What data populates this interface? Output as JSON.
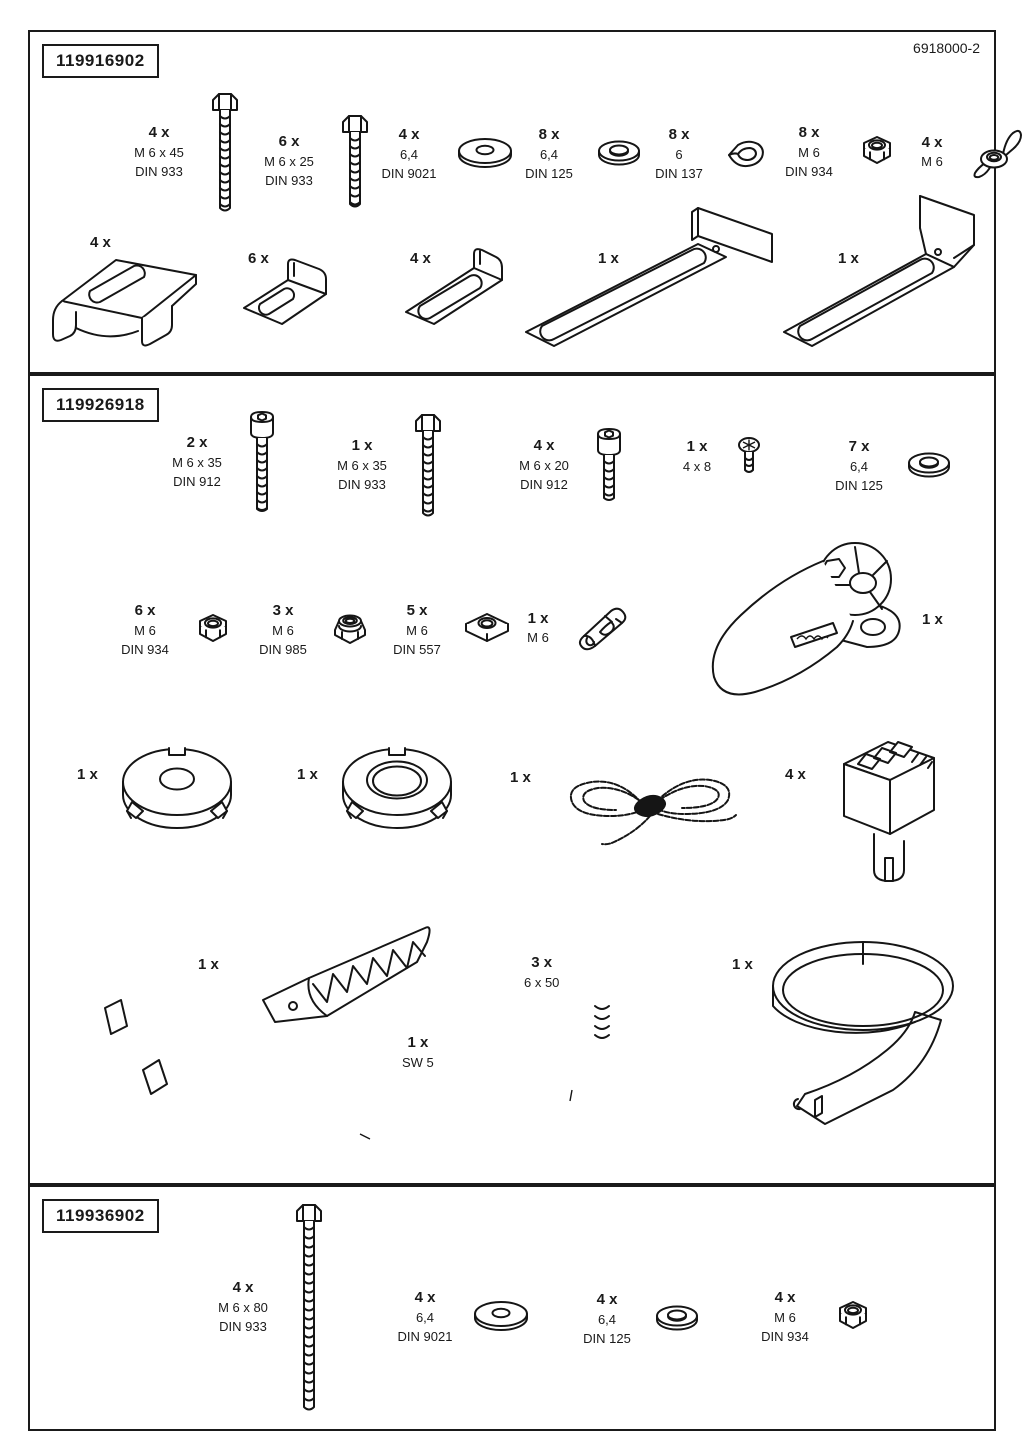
{
  "doc_number": "6918000-2",
  "sections": [
    {
      "id": "119916902",
      "items": [
        {
          "qty": "4 x",
          "spec": "M 6 x 45",
          "din": "DIN 933",
          "icon": "hex-bolt"
        },
        {
          "qty": "6 x",
          "spec": "M 6 x 25",
          "din": "DIN 933",
          "icon": "hex-bolt"
        },
        {
          "qty": "4 x",
          "spec": "6,4",
          "din": "DIN 9021",
          "icon": "large-washer"
        },
        {
          "qty": "8 x",
          "spec": "6,4",
          "din": "DIN 125",
          "icon": "washer"
        },
        {
          "qty": "8 x",
          "spec": "6",
          "din": "DIN 137",
          "icon": "wave-washer"
        },
        {
          "qty": "8 x",
          "spec": "M 6",
          "din": "DIN 934",
          "icon": "hex-nut"
        },
        {
          "qty": "4 x",
          "spec": "M 6",
          "din": "",
          "icon": "wing-nut"
        },
        {
          "qty": "4 x",
          "icon": "bridge-bracket"
        },
        {
          "qty": "6 x",
          "icon": "angle-bracket"
        },
        {
          "qty": "4 x",
          "icon": "flat-slotted-bracket"
        },
        {
          "qty": "1 x",
          "icon": "t-slotted-bracket"
        },
        {
          "qty": "1 x",
          "icon": "l-slotted-bracket"
        }
      ]
    },
    {
      "id": "119926918",
      "items": [
        {
          "qty": "2 x",
          "spec": "M 6 x 35",
          "din": "DIN 912",
          "icon": "socket-screw"
        },
        {
          "qty": "1 x",
          "spec": "M 6 x 35",
          "din": "DIN 933",
          "icon": "hex-bolt"
        },
        {
          "qty": "4 x",
          "spec": "M 6 x 20",
          "din": "DIN 912",
          "icon": "socket-screw"
        },
        {
          "qty": "1 x",
          "spec": "4 x 8",
          "din": "",
          "icon": "pan-head-screw"
        },
        {
          "qty": "7 x",
          "spec": "6,4",
          "din": "DIN 125",
          "icon": "washer"
        },
        {
          "qty": "6 x",
          "spec": "M 6",
          "din": "DIN 934",
          "icon": "hex-nut"
        },
        {
          "qty": "3 x",
          "spec": "M 6",
          "din": "DIN 985",
          "icon": "lock-nut"
        },
        {
          "qty": "5 x",
          "spec": "M 6",
          "din": "DIN 557",
          "icon": "square-nut"
        },
        {
          "qty": "1 x",
          "spec": "M 6",
          "din": "",
          "icon": "spring-clip"
        },
        {
          "qty": "1 x",
          "icon": "wrench-tool"
        },
        {
          "qty": "1 x",
          "icon": "slotted-disc-small-bore"
        },
        {
          "qty": "1 x",
          "icon": "slotted-disc-large-bore"
        },
        {
          "qty": "1 x",
          "icon": "cord"
        },
        {
          "qty": "4 x",
          "icon": "expansion-plug"
        },
        {
          "qty": "1 x",
          "icon": "clamp-tool"
        },
        {
          "qty": "3 x",
          "spec": "6 x 50",
          "din": "",
          "icon": "hook"
        },
        {
          "qty": "1 x",
          "spec": "SW 5",
          "din": "",
          "icon": "allen-key"
        },
        {
          "qty": "1 x",
          "icon": "strap"
        }
      ]
    },
    {
      "id": "119936902",
      "items": [
        {
          "qty": "4 x",
          "spec": "M 6 x 80",
          "din": "DIN 933",
          "icon": "hex-bolt"
        },
        {
          "qty": "4 x",
          "spec": "6,4",
          "din": "DIN 9021",
          "icon": "large-washer"
        },
        {
          "qty": "4 x",
          "spec": "6,4",
          "din": "DIN 125",
          "icon": "washer"
        },
        {
          "qty": "4 x",
          "spec": "M 6",
          "din": "DIN 934",
          "icon": "hex-nut"
        }
      ]
    }
  ]
}
